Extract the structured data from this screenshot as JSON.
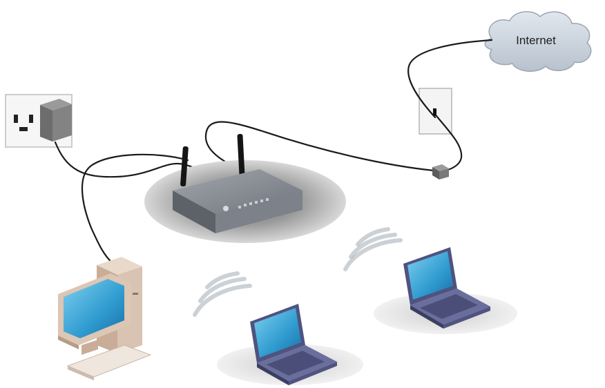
{
  "diagram": {
    "internet_label": "Internet",
    "nodes": {
      "cloud": "internet-cloud",
      "wall_jack": "phone-wall-jack",
      "filter": "line-filter",
      "router": "wireless-router",
      "power": "power-socket-with-adapter",
      "desktop": "desktop-computer",
      "laptop_left": "laptop",
      "laptop_right": "laptop"
    },
    "colors": {
      "cloud_fill": "#cfd6df",
      "router_body": "#7a7f88",
      "screen": "#2f9bd0",
      "laptop_body": "#5b5f8e",
      "cable": "#1a1a1a",
      "wifi_waves": "#9fa7b0"
    }
  }
}
